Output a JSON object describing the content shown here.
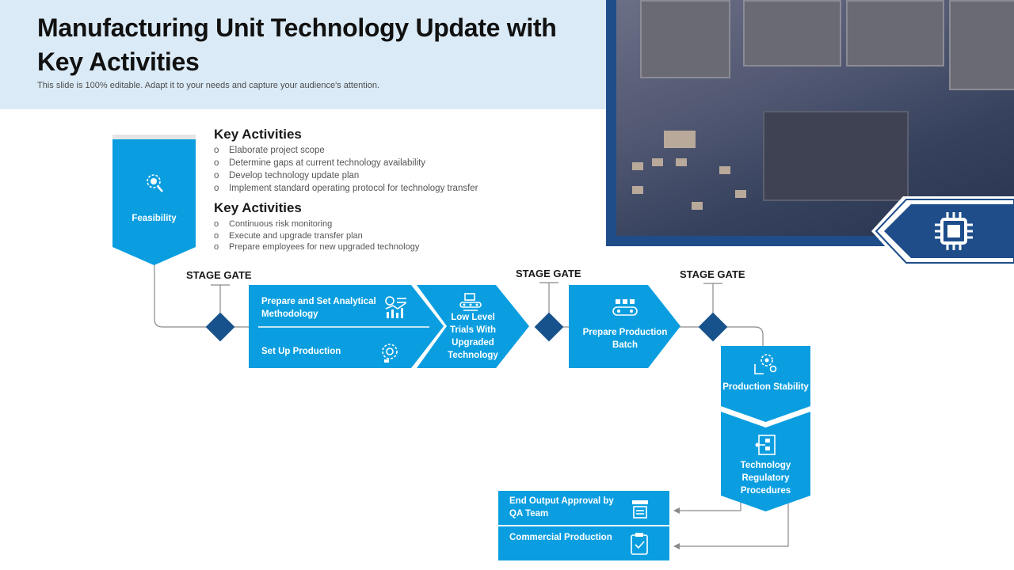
{
  "header": {
    "title": "Manufacturing Unit Technology Update with Key Activities",
    "subtitle": "This slide is 100% editable. Adapt it to your needs and capture your audience's attention."
  },
  "feasibility": {
    "label": "Feasibility",
    "icon": "gear-search-icon"
  },
  "key_activities_1": {
    "heading": "Key Activities",
    "items": [
      "Elaborate project scope",
      "Determine gaps at current technology availability",
      "Develop technology update plan",
      "Implement standard operating protocol for technology transfer"
    ]
  },
  "key_activities_2": {
    "heading": "Key Activities",
    "items": [
      "Continuous risk monitoring",
      "Execute and upgrade transfer plan",
      "Prepare employees for new upgraded technology"
    ]
  },
  "stage_gates": [
    "STAGE GATE",
    "STAGE GATE",
    "STAGE GATE"
  ],
  "steps": {
    "analytical": "Prepare and Set Analytical Methodology",
    "setup": "Set Up Production",
    "trials": "Low Level Trials With Upgraded Technology",
    "batch": "Prepare Production Batch",
    "stability": "Production Stability",
    "regulatory": "Technology Regulatory Procedures",
    "approval": "End Output Approval by QA Team",
    "commercial": "Commercial Production"
  },
  "colors": {
    "primary_blue": "#0a9ee0",
    "dark_blue": "#17528c",
    "header_band": "#daeaf6"
  }
}
